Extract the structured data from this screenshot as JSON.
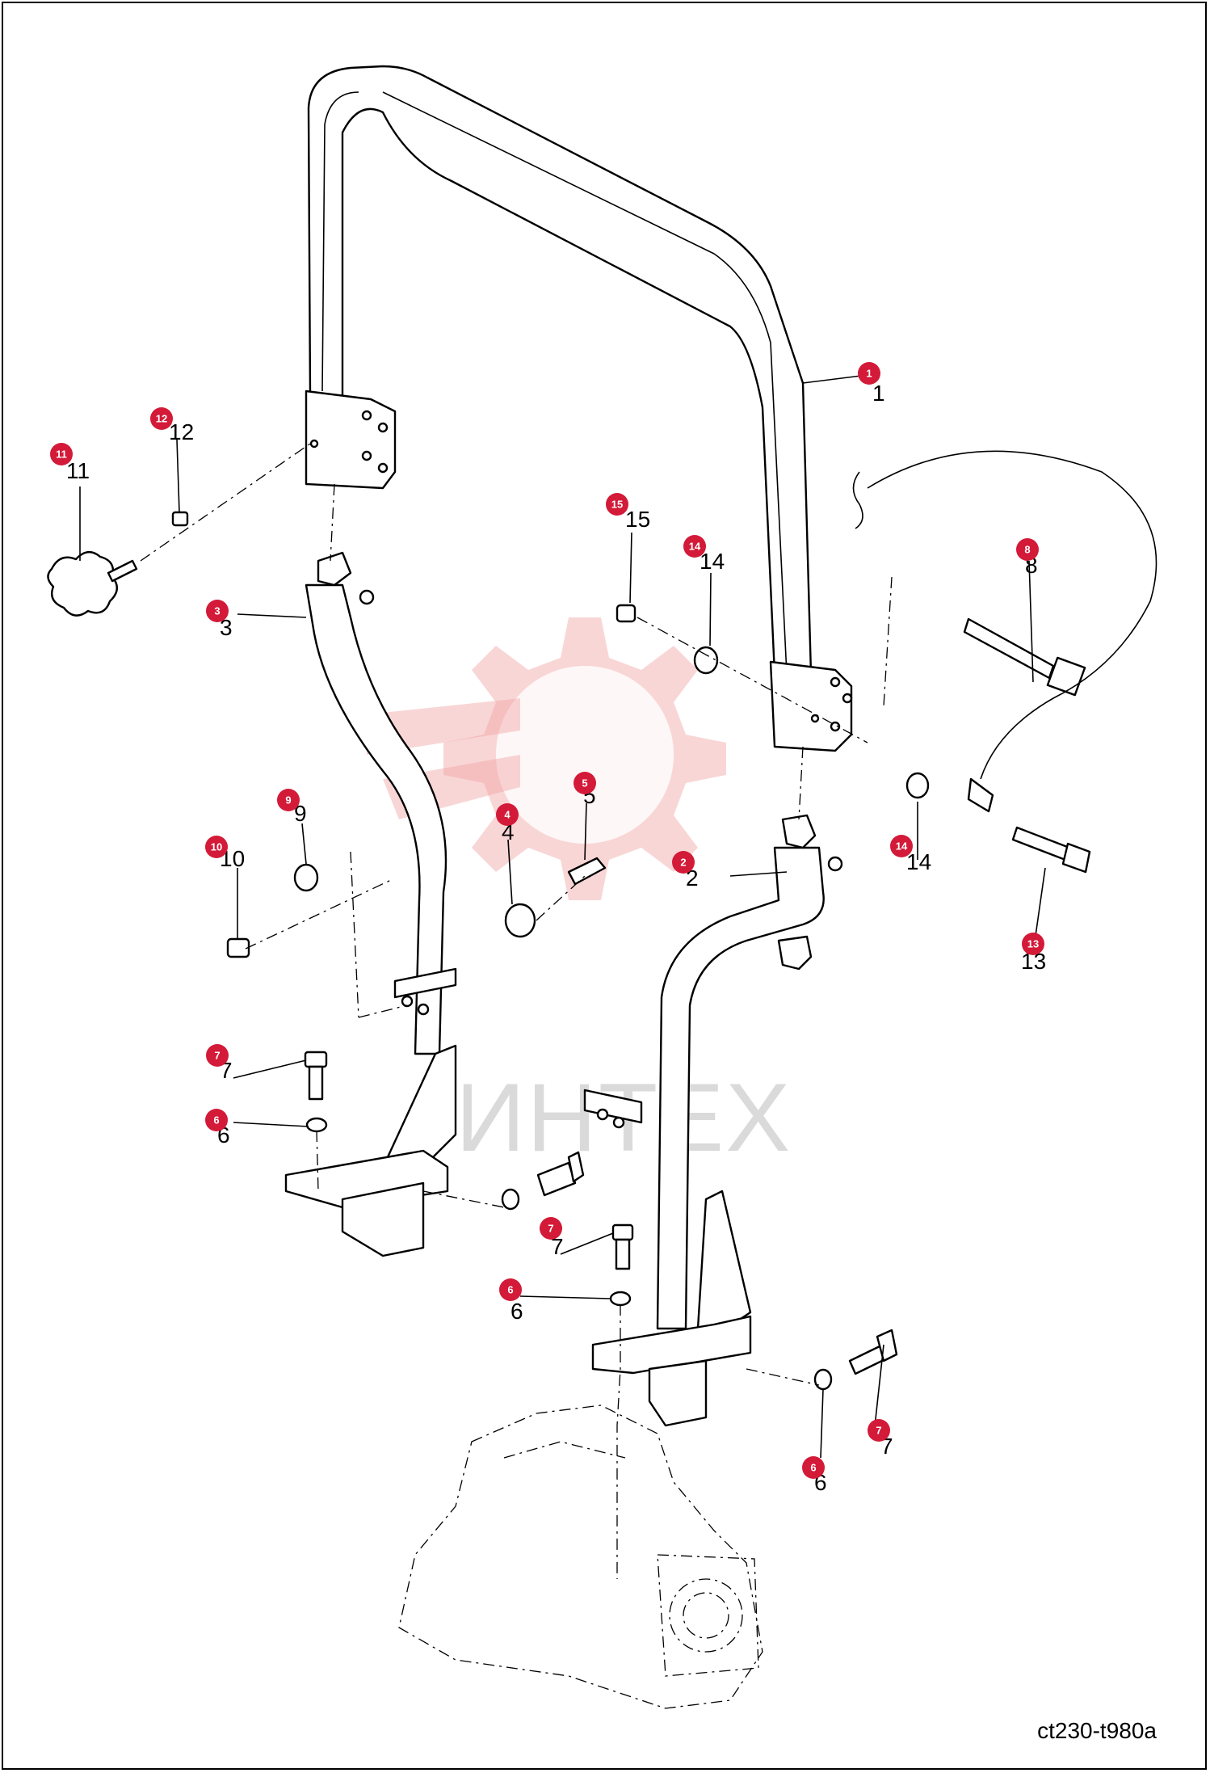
{
  "watermark": {
    "text": "ИНТЕХ",
    "color": "#f2a5a5"
  },
  "badge_color": "#d31a38",
  "drawing_code": "ct230-t980a",
  "callouts": [
    {
      "id": "1",
      "label": "1"
    },
    {
      "id": "2",
      "label": "2"
    },
    {
      "id": "3",
      "label": "3"
    },
    {
      "id": "4",
      "label": "4"
    },
    {
      "id": "5",
      "label": "5"
    },
    {
      "id": "6a",
      "label": "6"
    },
    {
      "id": "6b",
      "label": "6"
    },
    {
      "id": "6c",
      "label": "6"
    },
    {
      "id": "7a",
      "label": "7"
    },
    {
      "id": "7b",
      "label": "7"
    },
    {
      "id": "7c",
      "label": "7"
    },
    {
      "id": "8",
      "label": "8"
    },
    {
      "id": "9",
      "label": "9"
    },
    {
      "id": "10",
      "label": "10"
    },
    {
      "id": "11",
      "label": "11"
    },
    {
      "id": "12",
      "label": "12"
    },
    {
      "id": "13",
      "label": "13"
    },
    {
      "id": "14a",
      "label": "14"
    },
    {
      "id": "14b",
      "label": "14"
    },
    {
      "id": "15",
      "label": "15"
    }
  ]
}
